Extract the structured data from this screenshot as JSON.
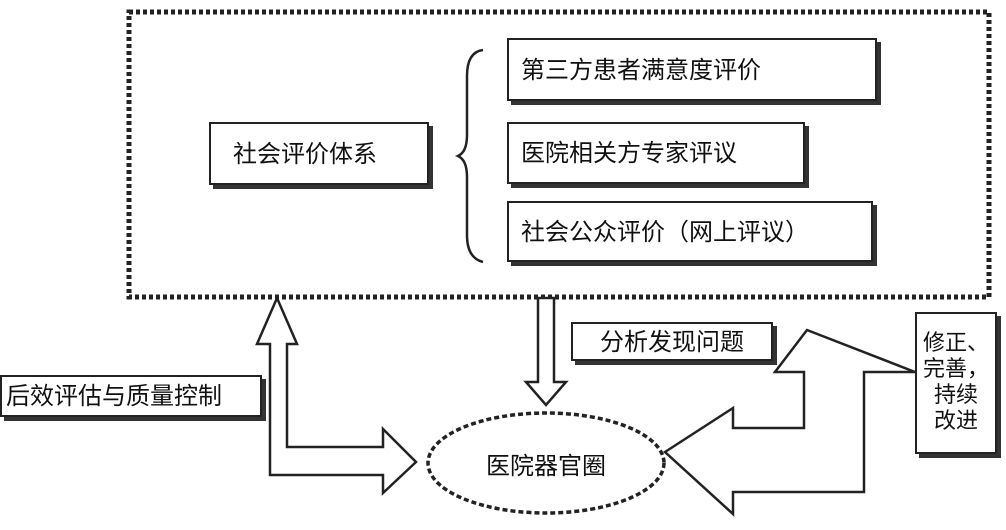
{
  "system": {
    "label": "社会评价体系"
  },
  "evaluations": [
    {
      "label": "第三方患者满意度评价"
    },
    {
      "label": "医院相关方专家评议"
    },
    {
      "label": "社会公众评价（网上评议）"
    }
  ],
  "analysis": {
    "label": "分析发现问题"
  },
  "control": {
    "label": "后效评估与质量控制"
  },
  "hospital": {
    "label": "医院器官圈"
  },
  "improve": {
    "lines": [
      "修正、",
      "完善，",
      "持续",
      "改进"
    ]
  }
}
